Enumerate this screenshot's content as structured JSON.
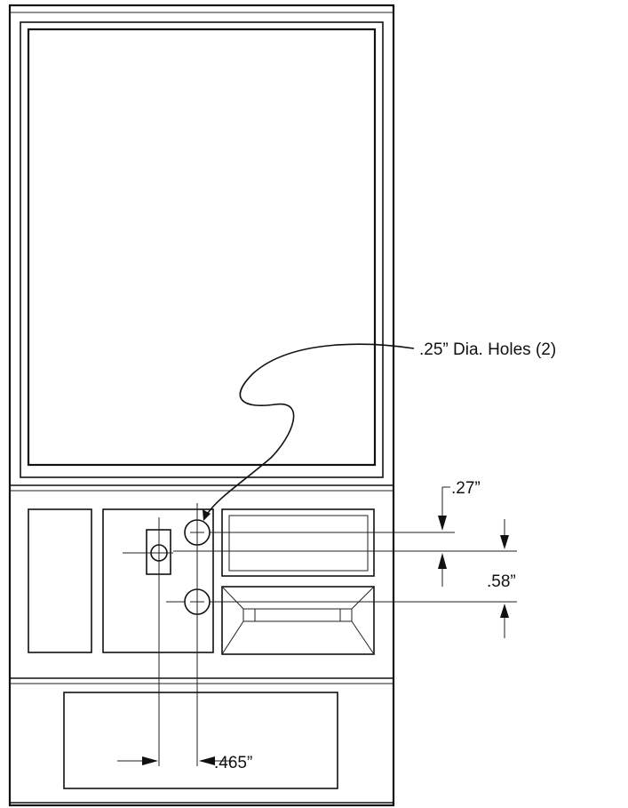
{
  "callouts": {
    "holes": ".25” Dia. Holes (2)",
    "dim_027": ".27”",
    "dim_058": ".58”",
    "dim_0465": ".465”"
  }
}
